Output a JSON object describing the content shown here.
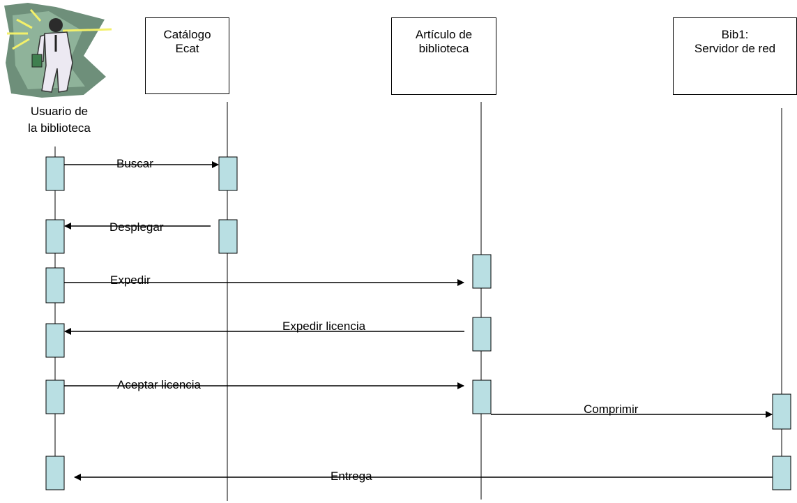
{
  "actor": {
    "label_line1": "Usuario de",
    "label_line2": "la biblioteca"
  },
  "objects": [
    {
      "line1": "Catálogo",
      "line2": "Ecat"
    },
    {
      "line1": "Artículo de",
      "line2": "biblioteca"
    },
    {
      "line1": "Bib1:",
      "line2": "Servidor de red"
    }
  ],
  "messages": [
    {
      "label": "Buscar"
    },
    {
      "label": "Desplegar"
    },
    {
      "label": "Expedir"
    },
    {
      "label": "Expedir licencia"
    },
    {
      "label": "Aceptar licencia"
    },
    {
      "label": "Comprimir"
    },
    {
      "label": "Entrega"
    }
  ],
  "colors": {
    "activation_fill": "#b9dfe3",
    "line": "#000000"
  }
}
